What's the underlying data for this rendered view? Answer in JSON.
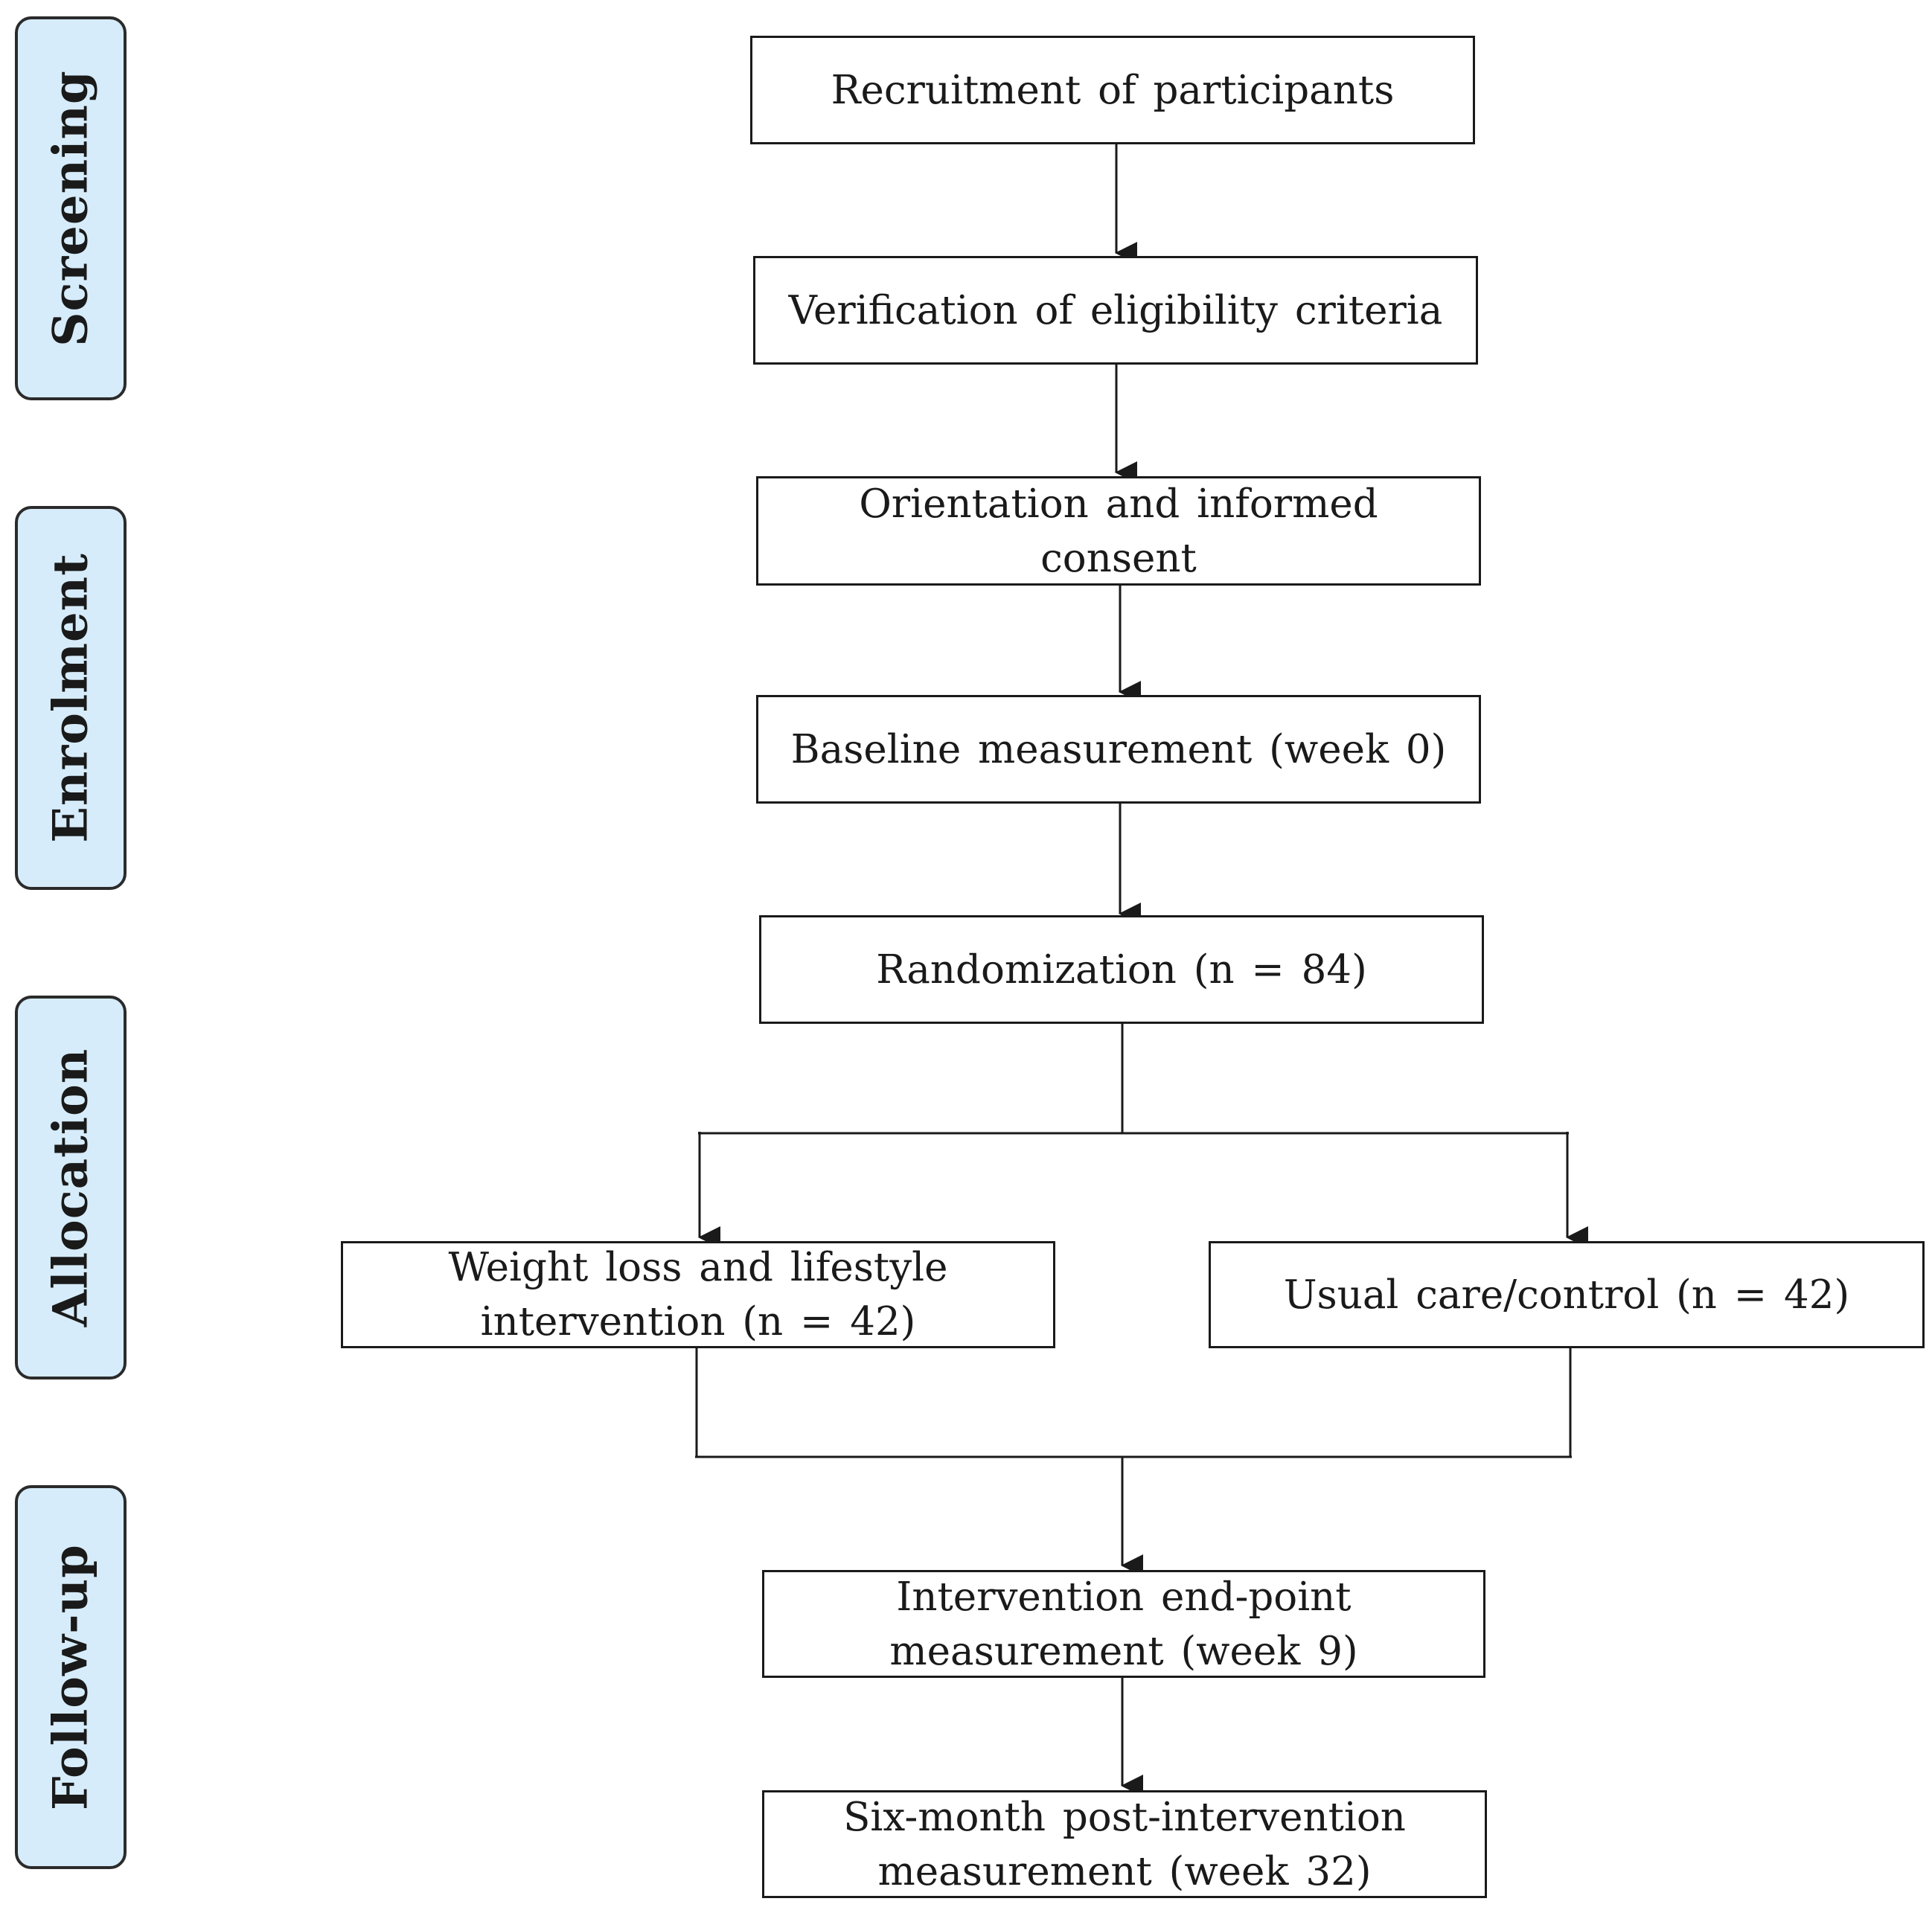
{
  "phases": {
    "screening": "Screening",
    "enrolment": "Enrolment",
    "allocation": "Allocation",
    "follow_up": "Follow-up"
  },
  "steps": {
    "recruitment": "Recruitment of participants",
    "eligibility": "Verification of eligibility criteria",
    "consent": "Orientation and informed consent",
    "baseline": "Baseline measurement (week 0)",
    "randomization": "Randomization (n = 84)",
    "intervention_arm": "Weight loss and lifestyle intervention (n = 42)",
    "control_arm": "Usual care/control (n = 42)",
    "endpoint": "Intervention end-point measurement (week 9)",
    "six_month": "Six-month post-intervention measurement (week 32)"
  },
  "colors": {
    "phase_fill": "#d6ecfa",
    "line": "#1a1a1a"
  }
}
